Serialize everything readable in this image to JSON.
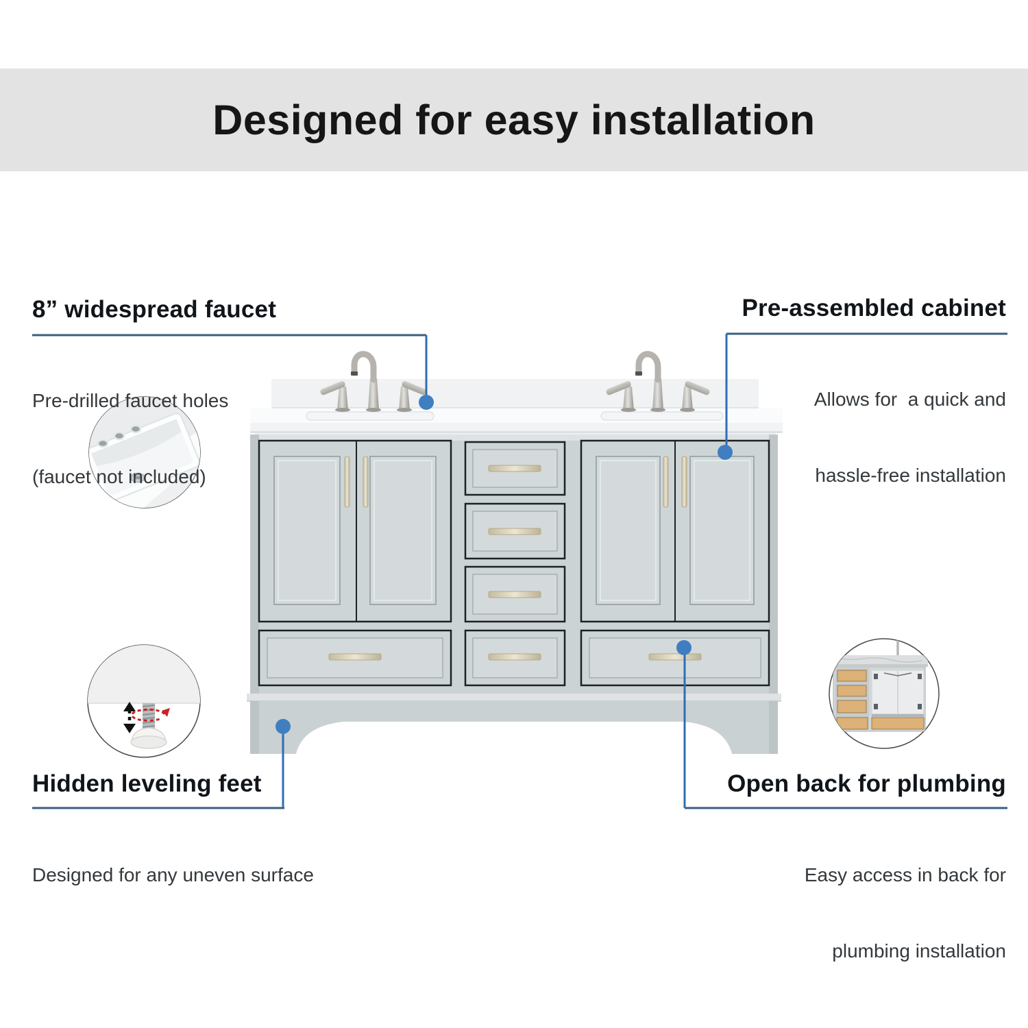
{
  "title": "Designed for easy installation",
  "callouts": {
    "faucet": {
      "heading": "8” widespread faucet",
      "body_line1": "Pre-drilled faucet holes",
      "body_line2": "(faucet not included)"
    },
    "cabinet": {
      "heading": "Pre-assembled cabinet",
      "body_line1": "Allows for  a quick and",
      "body_line2": "hassle-free installation"
    },
    "feet": {
      "heading": "Hidden leveling feet",
      "body_line1": "Designed for any uneven surface",
      "body_line2": ""
    },
    "plumbing": {
      "heading": "Open back for plumbing",
      "body_line1": "Easy access in back for",
      "body_line2": "plumbing installation"
    }
  },
  "icons": {
    "sink_detail": "sink-underside-with-pre-drilled-faucet-holes",
    "feet_detail": "adjustable-leveling-foot-with-motion-arrows",
    "back_detail": "open-back-cabinet-rear-view"
  },
  "colors": {
    "title_band": "#e3e3e3",
    "underline": "#3b5e7d",
    "connector": "#2e6db5",
    "marker_dot": "#3f7fc1",
    "cabinet_body": "#ccd3d5",
    "cabinet_panel": "#d4dadb",
    "countertop": "#fafbfc",
    "hardware": "#d8d1b9",
    "wood_drawer": "#dcb278",
    "rotation_arrow": "#cc2222"
  }
}
